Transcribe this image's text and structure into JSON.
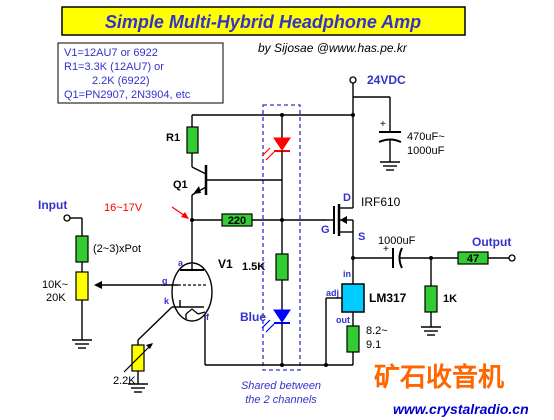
{
  "title": "Simple Multi-Hybrid Headphone Amp",
  "byline": "by  Sijosae  @www.has.pe.kr",
  "notes": [
    "V1=12AU7  or  6922",
    "R1=3.3K (12AU7)  or",
    "2.2K (6922)",
    "Q1=PN2907,  2N3904,  etc"
  ],
  "labels": {
    "supply": "24VDC",
    "cap_top_1": "470uF~",
    "cap_top_2": "1000uF",
    "r1": "R1",
    "q1": "Q1",
    "mosfet": "IRF610",
    "d": "D",
    "g": "G",
    "s": "S",
    "grid_volt": "16~17V",
    "r220": "220",
    "input": "Input",
    "pot": "(2~3)xPot",
    "vol_1": "10K~",
    "vol_2": "20K",
    "tube": "V1",
    "pin_a": "a",
    "pin_g": "g",
    "pin_k": "k",
    "pin_f": "f",
    "r15k": "1.5K",
    "blue": "Blue",
    "cap_out": "1000uF",
    "output": "Output",
    "r47": "47",
    "r1k": "1K",
    "reg": "LM317",
    "reg_in": "in",
    "reg_adj": "adj",
    "reg_out": "out",
    "r82_1": "8.2~",
    "r82_2": "9.1",
    "rk": "2.2K",
    "shared_1": "Shared  between",
    "shared_2": "the  2  channels",
    "brand": "矿石收音机",
    "url": "www.crystalradio.cn"
  },
  "colors": {
    "title_bg": "#ffff00",
    "title_text": "#3333cc",
    "note_text": "#3333cc",
    "resistor_fill": "#33cc33",
    "led_red": "#ff0000",
    "led_blue": "#0000ff",
    "reg_fill": "#00ccff",
    "pot_fill": "#ffff00",
    "volt_red": "#ff0000",
    "shared_box": "#3333cc",
    "brand": "#ff6600",
    "url": "#0000cc"
  }
}
